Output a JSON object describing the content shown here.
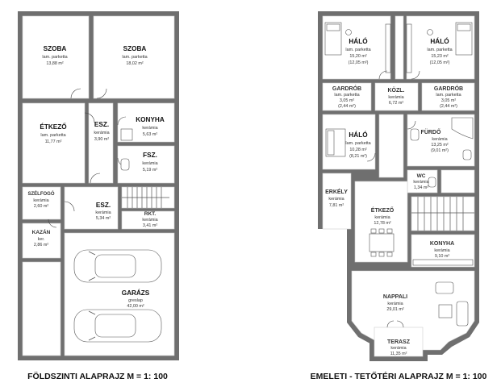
{
  "ground_floor": {
    "caption": "FÖLDSZINTI ALAPRAJZ M = 1: 100",
    "rooms": [
      {
        "id": "szoba1",
        "name": "SZOBA",
        "material": "lam. parketta",
        "area": "13,88 m²"
      },
      {
        "id": "szoba2",
        "name": "SZOBA",
        "material": "lam. parketta",
        "area": "18,02 m²"
      },
      {
        "id": "etkezo",
        "name": "ÉTKEZŐ",
        "material": "lam. parketta",
        "area": "11,77 m²"
      },
      {
        "id": "esz1",
        "name": "ESZ.",
        "material": "kerámia",
        "area": "3,90 m²"
      },
      {
        "id": "konyha",
        "name": "KONYHA",
        "material": "kerámia",
        "area": "5,63 m²"
      },
      {
        "id": "fsz",
        "name": "FSZ.",
        "material": "kerámia",
        "area": "5,19 m²"
      },
      {
        "id": "szelfogo",
        "name": "SZÉLFOGÓ",
        "material": "kerámia",
        "area": "2,60 m²"
      },
      {
        "id": "esz2",
        "name": "ESZ.",
        "material": "kerámia",
        "area": "5,34 m²"
      },
      {
        "id": "rkt",
        "name": "RKT.",
        "material": "kerámia",
        "area": "3,41 m²"
      },
      {
        "id": "kazan",
        "name": "KAZÁN",
        "material": "ker.",
        "area": "2,86 m²"
      },
      {
        "id": "garazs",
        "name": "GARÁZS",
        "material": "greslap",
        "area": "42,00 m²"
      }
    ]
  },
  "upper_floor": {
    "caption": "EMELETI - TETŐTÉRI ALAPRAJZ M = 1: 100",
    "rooms": [
      {
        "id": "halo1",
        "name": "HÁLÓ",
        "material": "lam. parketta",
        "area": "15,20 m²",
        "area2": "(12,05 m²)"
      },
      {
        "id": "halo2",
        "name": "HÁLÓ",
        "material": "lam. parketta",
        "area": "15,23 m²",
        "area2": "(12,05 m²)"
      },
      {
        "id": "gardrob1",
        "name": "GARDRÓB",
        "material": "lam. parketta",
        "area": "3,05 m²",
        "area2": "(2,44 m²)"
      },
      {
        "id": "kozl",
        "name": "KÖZL.",
        "material": "kerámia",
        "area": "6,72 m²"
      },
      {
        "id": "gardrob2",
        "name": "GARDRÓB",
        "material": "lam. parketta",
        "area": "3,05 m²",
        "area2": "(2,44 m²)"
      },
      {
        "id": "halo3",
        "name": "HÁLÓ",
        "material": "lam. parketta",
        "area": "10,28 m²",
        "area2": "(8,21 m²)"
      },
      {
        "id": "furdo",
        "name": "FÜRDŐ",
        "material": "kerámia",
        "area": "13,25 m²",
        "area2": "(9,01 m²)"
      },
      {
        "id": "wc",
        "name": "WC",
        "material": "kerámia",
        "area": "1,34 m²"
      },
      {
        "id": "erkely",
        "name": "ERKÉLY",
        "material": "kerámia",
        "area": "7,81 m²"
      },
      {
        "id": "etkezo2",
        "name": "ÉTKEZŐ",
        "material": "kerámia",
        "area": "12,78 m²"
      },
      {
        "id": "konyha2",
        "name": "KONYHA",
        "material": "kerámia",
        "area": "9,10 m²"
      },
      {
        "id": "nappali",
        "name": "NAPPALI",
        "material": "kerámia",
        "area": "29,01 m²"
      },
      {
        "id": "terasz",
        "name": "TERASZ",
        "material": "kerámia",
        "area": "11,35 m²"
      }
    ]
  }
}
